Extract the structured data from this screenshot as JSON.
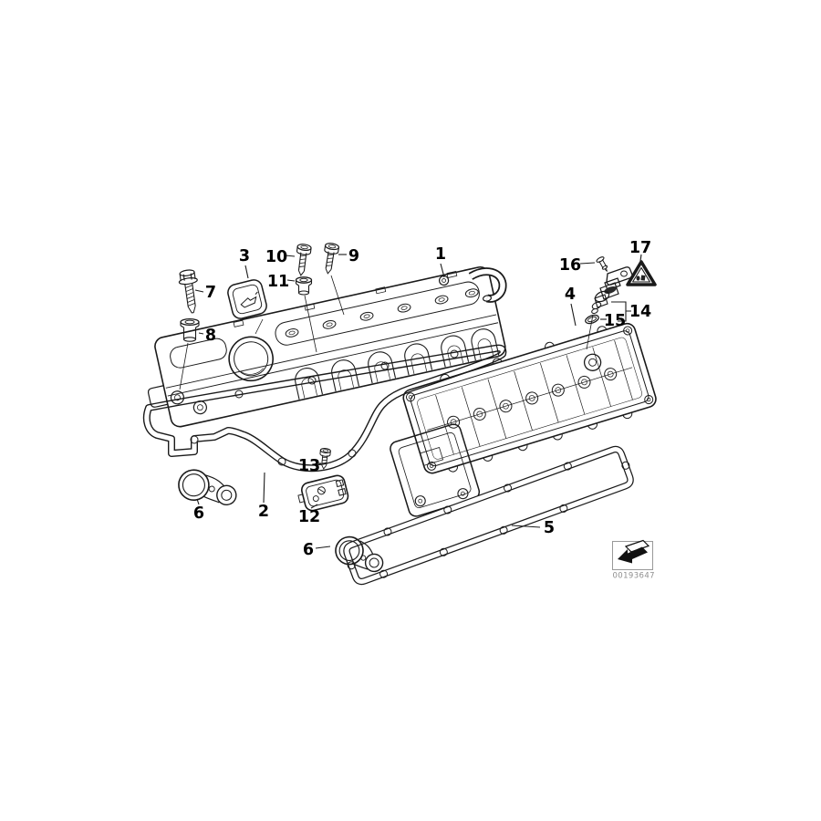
{
  "figure": {
    "type": "parts-diagram",
    "subject": "cylinder head cover exploded view",
    "background": "#ffffff",
    "line_color": "#1a1a1a"
  },
  "callouts": {
    "c1": {
      "label": "1"
    },
    "c2": {
      "label": "2"
    },
    "c3": {
      "label": "3"
    },
    "c4": {
      "label": "4"
    },
    "c5": {
      "label": "5"
    },
    "c6a": {
      "label": "6"
    },
    "c6b": {
      "label": "6"
    },
    "c7": {
      "label": "7"
    },
    "c8": {
      "label": "8"
    },
    "c9": {
      "label": "9"
    },
    "c10": {
      "label": "10"
    },
    "c11": {
      "label": "11"
    },
    "c12": {
      "label": "12"
    },
    "c13": {
      "label": "13"
    },
    "c14": {
      "label": "14"
    },
    "c15": {
      "label": "15"
    },
    "c16": {
      "label": "16"
    },
    "c17": {
      "label": "17"
    }
  },
  "footer": {
    "image_id": "00193647",
    "id_color": "#8f8f8f",
    "thumbnail_icon": "back-arrow-icon"
  }
}
